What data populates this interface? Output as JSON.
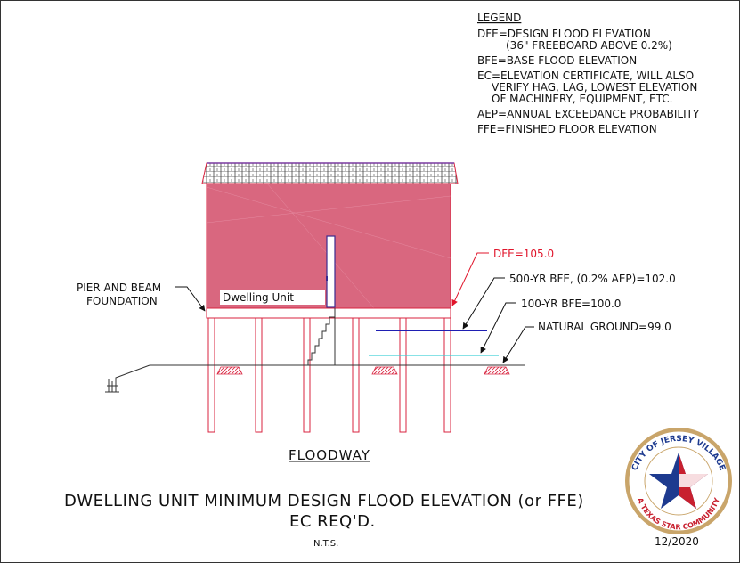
{
  "legend": {
    "title": "LEGEND",
    "lines": [
      "DFE=DESIGN FLOOD ELEVATION",
      "(36\" FREEBOARD ABOVE 0.2%)",
      "BFE=BASE FLOOD ELEVATION",
      "EC=ELEVATION CERTIFICATE, WILL ALSO",
      "VERIFY HAG, LAG, LOWEST ELEVATION",
      "OF MACHINERY, EQUIPMENT, ETC.",
      "AEP=ANNUAL EXCEEDANCE PROBABILITY",
      "FFE=FINISHED FLOOR ELEVATION"
    ]
  },
  "labels": {
    "dwelling_unit": "Dwelling Unit",
    "pier_beam_1": "PIER AND BEAM",
    "pier_beam_2": "FOUNDATION",
    "dfe": "DFE=105.0",
    "bfe_500": "500-YR BFE, (0.2% AEP)=102.0",
    "bfe_100": "100-YR BFE=100.0",
    "ground": "NATURAL GROUND=99.0",
    "floodway": "FLOODWAY"
  },
  "title": {
    "line1": "DWELLING UNIT MINIMUM DESIGN FLOOD ELEVATION (or FFE)",
    "line2": "EC REQ'D.",
    "scale": "N.T.S."
  },
  "seal": {
    "top_text": "CITY OF JERSEY VILLAGE",
    "bottom_text": "A TEXAS STAR COMMUNITY"
  },
  "date": "12/2020",
  "colors": {
    "house_fill": "#d9677f",
    "outline": "#d9233f",
    "dfe_text": "#e0152b",
    "bfe_500_line": "#1f1fb3",
    "bfe_100_line": "#40d0d8",
    "ground": "#333333",
    "seal_blue": "#1d3a8f",
    "seal_red": "#c8202f",
    "seal_gold": "#c9a56a"
  }
}
